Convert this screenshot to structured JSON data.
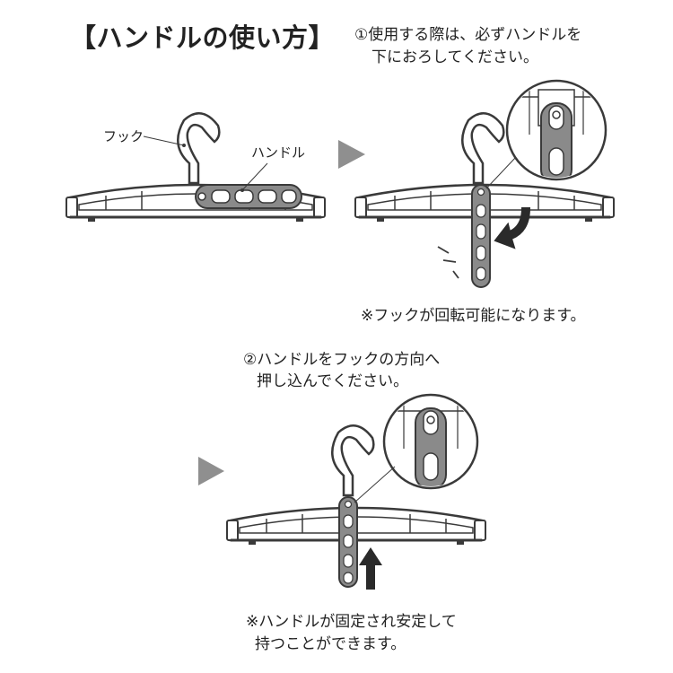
{
  "title": "【ハンドルの使い方】",
  "step1": {
    "line1": "①使用する際は、必ずハンドルを",
    "line2": "下におろしてください。"
  },
  "labels": {
    "hook": "フック",
    "handle": "ハンドル"
  },
  "note1": "※フックが回転可能になります。",
  "step2": {
    "line1": "②ハンドルをフックの方向へ",
    "line2": "押し込んでください。"
  },
  "note2": {
    "line1": "※ハンドルが固定され安定して",
    "line2": "持つことができます。"
  },
  "colors": {
    "outline": "#3a3a3a",
    "handle_fill": "#8a8a8a",
    "arrow_triangle": "#8f8f8f",
    "arrow_black": "#2a2a2a"
  }
}
